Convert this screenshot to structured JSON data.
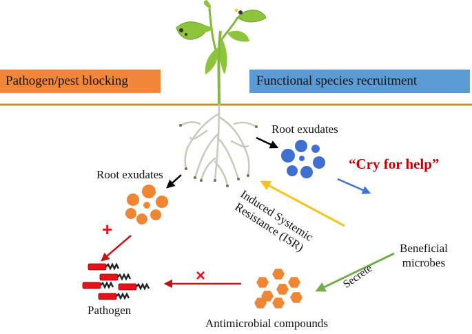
{
  "labels": {
    "left_box": "Pathogen/pest blocking",
    "right_box": "Functional species recruitment",
    "root_exudates_top": "Root exudates",
    "root_exudates_left": "Root exudates",
    "cry_for_help": "“Cry for help”",
    "isr": "Induced Systemic\nResistance (ISR)",
    "beneficial_microbes": "Beneficial\nmicrobes",
    "secrete": "Secrete",
    "antimicrobial": "Antimicrobial compounds",
    "pathogen": "Pathogen",
    "block_symbol_1": "+",
    "block_symbol_2": "×"
  },
  "colors": {
    "left_box": "#f0873a",
    "right_box": "#5b9bd5",
    "ground": "#b8962e",
    "blue_dots": "#3f6fcf",
    "orange_dots": "#ee8633",
    "cry_text": "#c00000",
    "red_arrow": "#c0161b",
    "yellow_arrow": "#f6c318",
    "green_arrow": "#70ad47",
    "blue_arrow": "#3e73c8",
    "black_arrow": "#000000",
    "stem": "#7fb83c",
    "root": "#c8c8bc",
    "pathogen_body": "#e8121c"
  }
}
